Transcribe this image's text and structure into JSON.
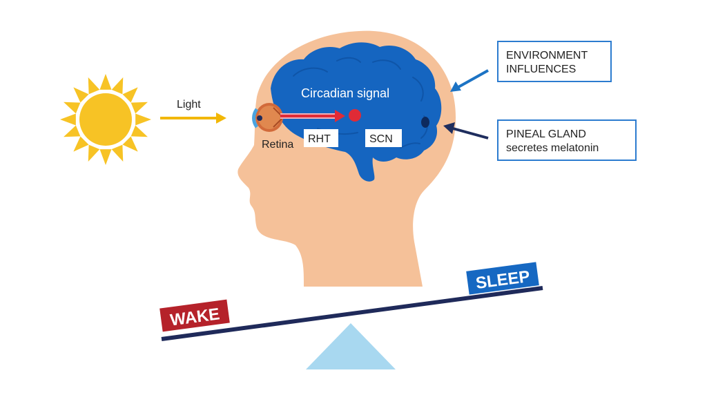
{
  "labels": {
    "light": "Light",
    "circadian_signal": "Circadian signal",
    "retina": "Retina",
    "rht": "RHT",
    "scn": "SCN",
    "environment_line1": "ENVIRONMENT",
    "environment_line2": "INFLUENCES",
    "pineal_line1": "PINEAL GLAND",
    "pineal_line2": "secretes melatonin",
    "wake": "WAKE",
    "sleep": "SLEEP"
  },
  "colors": {
    "sun": "#f7c325",
    "light_arrow": "#f2b705",
    "skin": "#f5c199",
    "brain": "#1565c0",
    "scn_dot": "#e02b36",
    "pineal_dot": "#0d2a5e",
    "env_arrow": "#1c73c4",
    "pineal_arrow": "#1f2e5e",
    "box_border": "#2b7bcf",
    "wake_bg": "#b5222a",
    "sleep_bg": "#1668c2",
    "beam": "#1f2a5a",
    "fulcrum": "#a8d8f0"
  },
  "icons": [
    "sun-icon",
    "eye-icon",
    "light-arrow-icon"
  ]
}
